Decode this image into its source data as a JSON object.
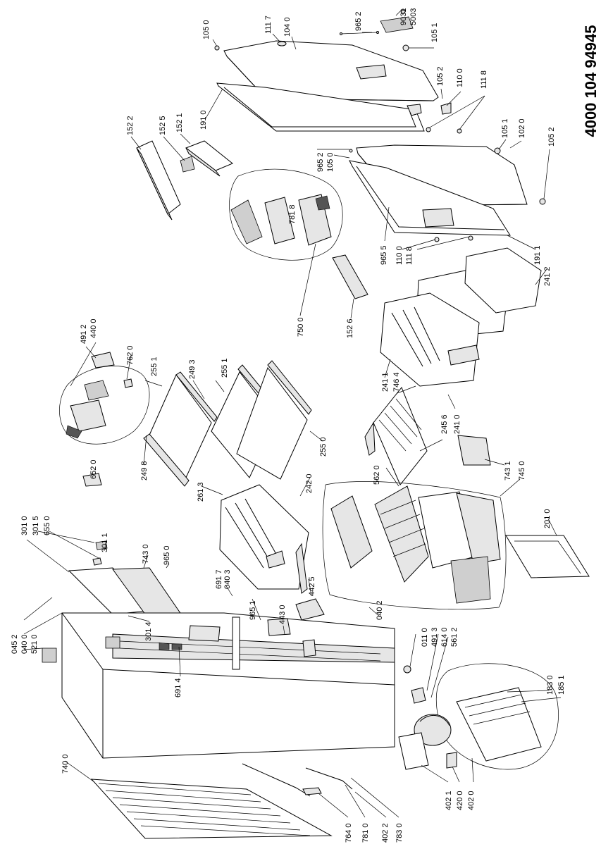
{
  "document_code": "4000 104 94945",
  "part_labels": [
    "105 0",
    "111 7",
    "104 0",
    "965 2",
    "9031",
    "5003",
    "105 1",
    "105 2",
    "110 0",
    "111 8",
    "191 0",
    "152 2",
    "152 5",
    "152 1",
    "965 2",
    "105 0",
    "105 1",
    "102 0",
    "105 2",
    "781 8",
    "965 5",
    "110 0",
    "111 8",
    "191 1",
    "241 2",
    "750 0",
    "152 6",
    "440 0",
    "491 2",
    "762 0",
    "255 1",
    "249 3",
    "255 1",
    "241 1",
    "746 4",
    "249 8",
    "245 6",
    "241 0",
    "255 0",
    "652 0",
    "562 0",
    "743 1",
    "745 0",
    "242 0",
    "261 3",
    "301 0",
    "301 5",
    "655 0",
    "301 1",
    "743 0",
    "965 0",
    "201 0",
    "691 7",
    "040 3",
    "965 1",
    "442 5",
    "045 2",
    "040 0",
    "521 0",
    "301 4",
    "443 0",
    "040 2",
    "011 0",
    "491 3",
    "614 0",
    "561 2",
    "691 4",
    "183 0",
    "185 1",
    "740 0",
    "402 1",
    "420 0",
    "402 0",
    "764 0",
    "781 0",
    "402 2",
    "783 0"
  ]
}
